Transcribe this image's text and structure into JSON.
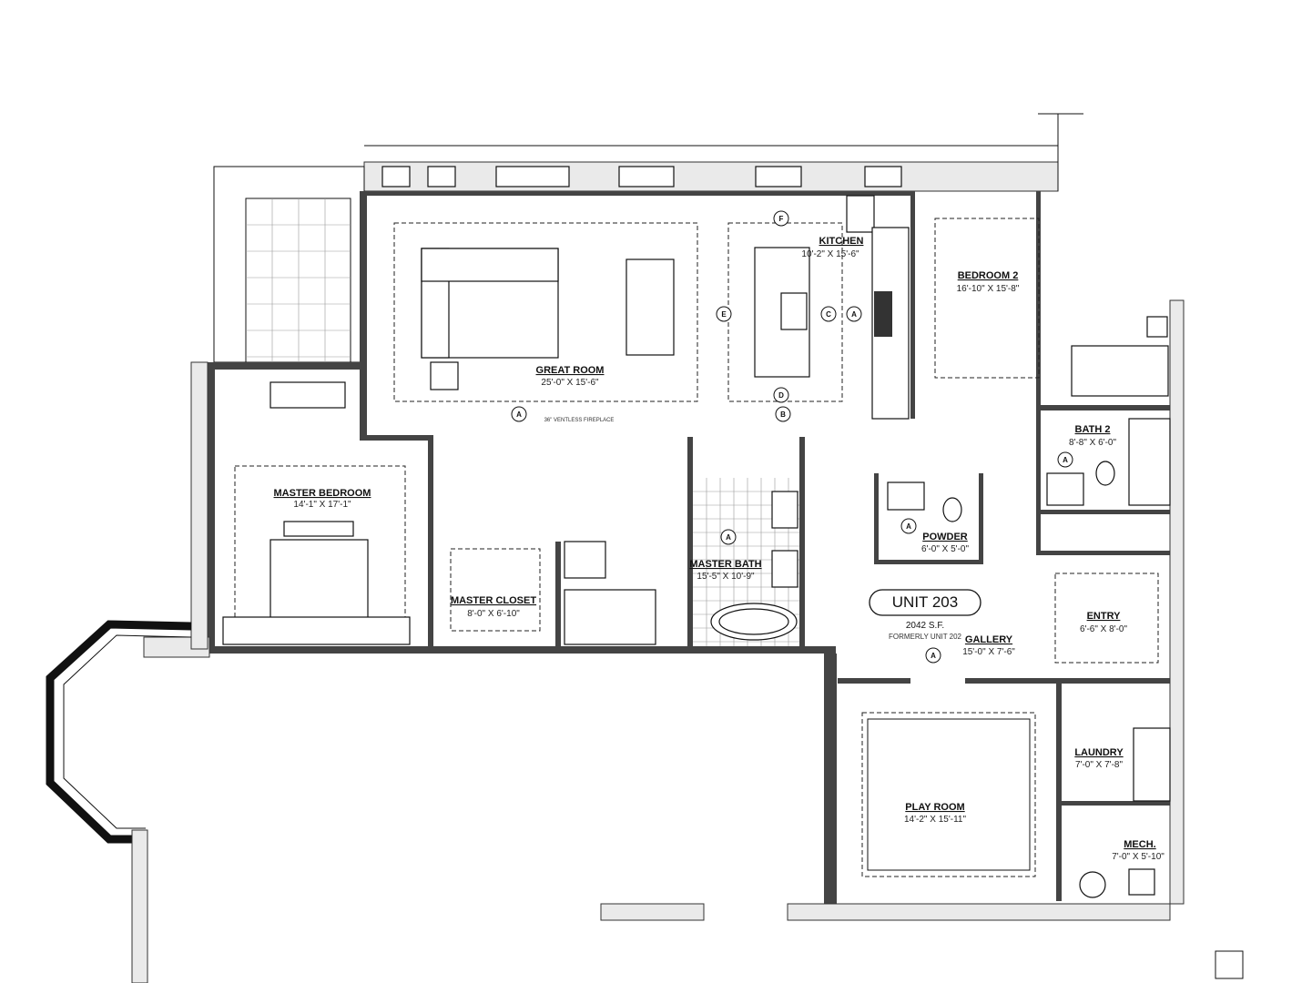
{
  "unit": {
    "name": "UNIT 203",
    "area": "2042 S.F.",
    "former": "FORMERLY UNIT 202"
  },
  "rooms": {
    "great_room": {
      "name": "GREAT ROOM",
      "dims": "25'-0\" X 15'-6\""
    },
    "kitchen": {
      "name": "KITCHEN",
      "dims": "10'-2\" X 15'-6\""
    },
    "bedroom2": {
      "name": "BEDROOM 2",
      "dims": "16'-10\" X 15'-8\""
    },
    "master_bedroom": {
      "name": "MASTER BEDROOM",
      "dims": "14'-1\" X 17'-1\""
    },
    "master_closet": {
      "name": "MASTER CLOSET",
      "dims": "8'-0\" X 6'-10\""
    },
    "master_bath": {
      "name": "MASTER BATH",
      "dims": "15'-5\" X 10'-9\""
    },
    "bath2": {
      "name": "BATH 2",
      "dims": "8'-8\" X 6'-0\""
    },
    "powder": {
      "name": "POWDER",
      "dims": "6'-0\" X 5'-0\""
    },
    "entry": {
      "name": "ENTRY",
      "dims": "6'-6\" X 8'-0\""
    },
    "gallery": {
      "name": "GALLERY",
      "dims": "15'-0\" X 7'-6\""
    },
    "play_room": {
      "name": "PLAY ROOM",
      "dims": "14'-2\" X 15'-11\""
    },
    "laundry": {
      "name": "LAUNDRY",
      "dims": "7'-0\" X 7'-8\""
    },
    "mech": {
      "name": "MECH.",
      "dims": "7'-0\" X 5'-10\""
    }
  },
  "notes": {
    "fireplace": "36\" VENTLESS FIREPLACE"
  },
  "tags": {
    "a": "A",
    "b": "B",
    "c": "C",
    "d": "D",
    "e": "E",
    "f": "F"
  }
}
